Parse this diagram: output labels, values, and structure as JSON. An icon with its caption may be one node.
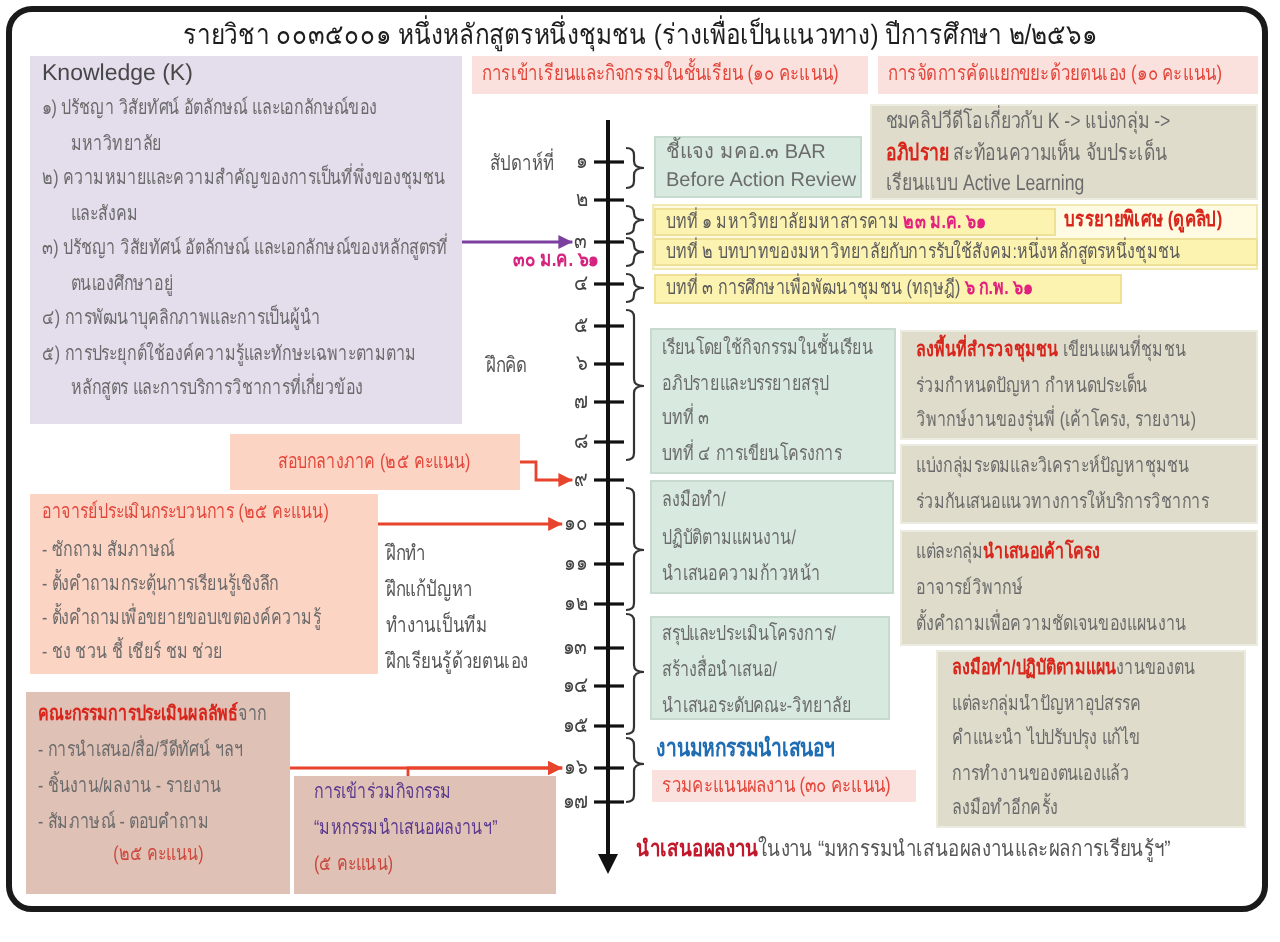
{
  "diagram": {
    "title": "รายวิชา ๐๐๓๕๐๐๑ หนึ่งหลักสูตรหนึ่งชุมชน (ร่างเพื่อเป็นแนวทาง) ปีการศึกษา ๒/๒๕๖๑",
    "nodes": [
      {
        "text": [
          "Knowledge (K)",
          "๑) ปรัชญา วิสัยทัศน์ อัตลักษณ์ และเอกลักษณ์ของมหาวิทยาลัย",
          "๒) ความหมายและความสำคัญของการเป็นที่พึ่งของชุมชนและสังคม",
          "๓) ปรัชญา วิสัยทัศน์ อัตลักษณ์ และเอกลักษณ์ของหลักสูตรที่ตนเองศึกษาอยู่",
          "๔) การพัฒนาบุคลิกภาพและการเป็นผู้นำ",
          "๕) การประยุกต์ใช้องค์ความรู้และทักษะเฉพาะตามตามหลักสูตร และการบริการวิชาการที่เกี่ยวข้อง"
        ]
      },
      {
        "text": [
          "การเข้าเรียนและกิจกรรมในชั้นเรียน (๑๐ คะแนน)"
        ]
      },
      {
        "text": [
          "การจัดการคัดแยกขยะด้วยตนเอง (๑๐ คะแนน)"
        ]
      },
      {
        "text": [
          "๑"
        ]
      },
      {
        "text": [
          "๒"
        ]
      },
      {
        "text": [
          "๓"
        ],
        "beside": [
          "๓๐ ม.ค. ๖๑"
        ]
      },
      {
        "text": [
          "๔"
        ]
      },
      {
        "text": [
          "๕"
        ]
      },
      {
        "text": [
          "๖"
        ]
      },
      {
        "text": [
          "๗"
        ]
      },
      {
        "text": [
          "๘"
        ]
      },
      {
        "text": [
          "๙"
        ]
      },
      {
        "text": [
          "๑๐"
        ]
      },
      {
        "text": [
          "๑๑"
        ]
      },
      {
        "text": [
          "๑๒"
        ]
      },
      {
        "text": [
          "๑๓"
        ]
      },
      {
        "text": [
          "๑๔"
        ]
      },
      {
        "text": [
          "๑๕"
        ]
      },
      {
        "text": [
          "๑๖"
        ]
      },
      {
        "text": [
          "๑๗"
        ]
      },
      {
        "text": [
          "ชมคลิปวีดีโอเกี่ยวกับ K -> แบ่งกลุ่ม -> **อภิปราย** สะท้อนความเห็น จับประเด็น เรียนแบบ Active Learning"
        ]
      },
      {
        "text": [
          "ชี้แจง มคอ.๓ BAR",
          "Before Action Review"
        ]
      },
      {
        "text": [
          "บทที่ ๑ มหาวิทยาลัยมหาสารคาม **๒๓ ม.ค. ๖๑**"
        ],
        "beside": [
          "บรรยายพิเศษ (ดูคลิป)"
        ]
      },
      {
        "text": [
          "บทที่ ๒ บทบาทของมหาวิทยาลัยกับการรับใช้สังคม:หนึ่งหลักสูตรหนึ่งชุมชน"
        ]
      },
      {
        "text": [
          "บทที่ ๓ การศึกษาเพื่อพัฒนาชุมชน (ทฤษฎี) **๖ ก.พ. ๖๑**"
        ]
      },
      {
        "text": [
          "เรียนโดยใช้กิจกรรมในชั้นเรียน",
          "อภิปรายและบรรยายสรุป",
          "บทที่ ๓",
          "บทที่ ๔ การเขียนโครงการ"
        ]
      },
      {
        "text": [
          "**ลงพื้นที่สำรวจชุมชน** เขียนแผนที่ชุมชน",
          "ร่วมกำหนดปัญหา กำหนดประเด็น",
          "วิพากษ์งานของรุ่นพี่ (เค้าโครง, รายงาน)"
        ]
      },
      {
        "text": [
          "สอบกลางภาค (๒๕ คะแนน)"
        ]
      },
      {
        "text": [
          "แบ่งกลุ่มระดมและวิเคราะห์ปัญหาชุมชน",
          "ร่วมกันเสนอแนวทางการให้บริการวิชาการ"
        ]
      },
      {
        "text": [
          "อาจารย์ประเมินกระบวนการ (๒๕ คะแนน)",
          "- ซักถาม สัมภาษณ์",
          "- ตั้งคำถามกระตุ้นการเรียนรู้เชิงลึก",
          "- ตั้งคำถามเพื่อขยายขอบเขตองค์ความรู้",
          "- ชง ชวน ชี้ เชียร์ ชม ช่วย"
        ]
      },
      {
        "text": [
          "ลงมือทำ/",
          "ปฏิบัติตามแผนงาน/",
          "นำเสนอความก้าวหน้า"
        ]
      },
      {
        "text": [
          "แต่ละกลุ่ม**นำเสนอเค้าโครง**",
          "อาจารย์วิพากษ์",
          "ตั้งคำถามเพื่อความชัดเจนของแผนงาน"
        ]
      },
      {
        "text": [
          "สรุปและประเมินโครงการ/",
          "สร้างสื่อนำเสนอ/",
          "นำเสนอระดับคณะ-วิทยาลัย"
        ]
      },
      {
        "text": [
          "**ลงมือทำ/ปฏิบัติตามแผน**งานของตน",
          "แต่ละกลุ่มนำปัญหาอุปสรรค",
          "คำแนะนำ ไปปรับปรุง แก้ไข",
          "การทำงานของตนเองแล้ว",
          "ลงมือทำอีกครั้ง"
        ]
      },
      {
        "text": [
          "รวมคะแนนผลงาน (๓๐ คะแนน)"
        ]
      },
      {
        "text": [
          "**คณะกรรมการประเมินผลลัพธ์**จาก",
          "- การนำเสนอ/สื่อ/วีดีทัศน์ ฯลฯ",
          "- ชิ้นงาน/ผลงาน - รายงาน",
          "- สัมภาษณ์ - ตอบคำถาม",
          "(๒๕ คะแนน)"
        ]
      },
      {
        "text": [
          "การเข้าร่วมกิจกรรม",
          "“มหกรรมนำเสนอผลงานฯ”",
          "(๕ คะแนน)"
        ]
      }
    ],
    "edges": [
      {
        "from": 0,
        "to": 5,
        "arrow": "to",
        "color": "#7b3fa0"
      },
      {
        "from": 27,
        "to": 11,
        "arrow": "to"
      },
      {
        "from": 29,
        "to": 12,
        "arrow": "to"
      },
      {
        "from": 35,
        "to": 18,
        "arrow": "to"
      },
      {
        "from": 36,
        "to": 18,
        "arrow": "to"
      }
    ],
    "labels": [
      "สัปดาห์ที่",
      "ฝึกคิด",
      "ฝึกทำ",
      "ฝึกแก้ปัญหา",
      "ทำงานเป็นทีม",
      "ฝึกเรียนรู้ด้วยตนเอง",
      "งานมหกรรมนำเสนอฯ",
      "**นำเสนอผลงาน**ในงาน “มหกรรมนำเสนอผลงานและผลการเรียนรู้ฯ”"
    ]
  }
}
